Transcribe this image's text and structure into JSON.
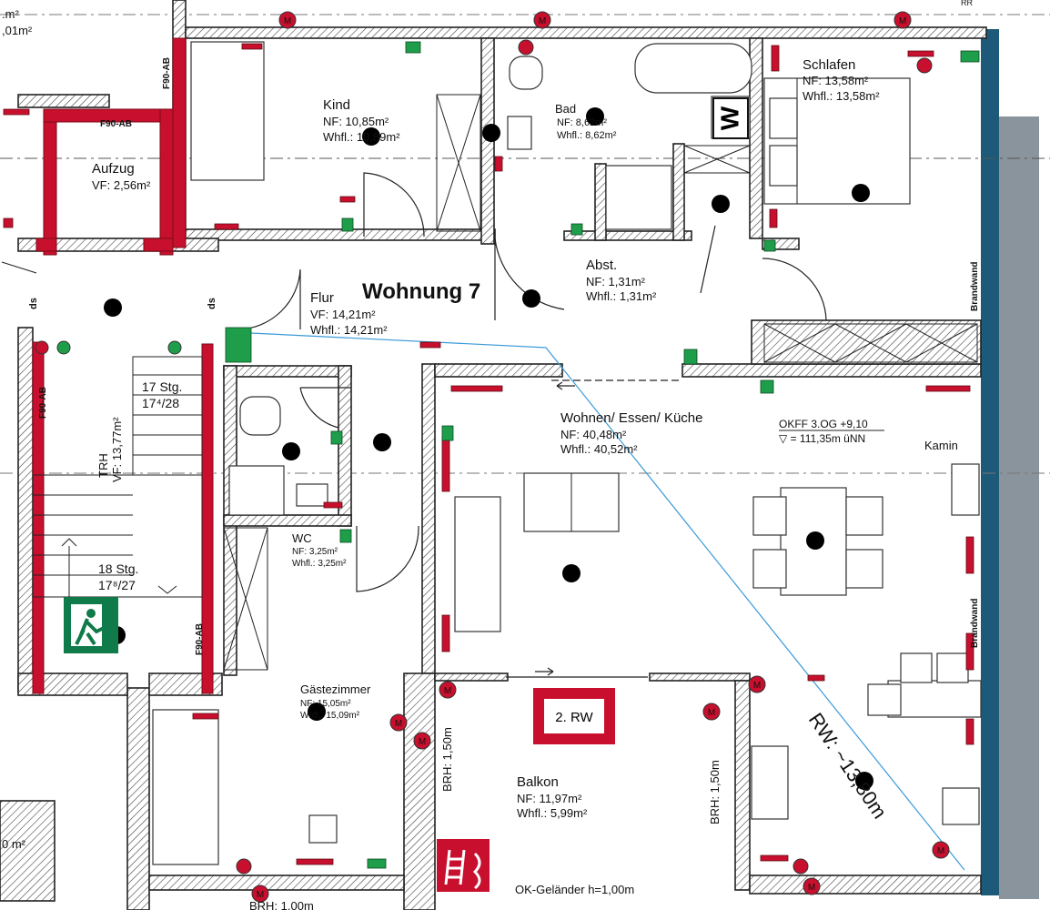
{
  "apartment": "Wohnung 7",
  "rooms": [
    {
      "id": "kind",
      "name": "Kind",
      "lines": [
        "NF: 10,85m²",
        "Whfl.: 10,89m²"
      ]
    },
    {
      "id": "bad",
      "name": "Bad",
      "lines": [
        "NF: 8,62m²",
        "Whfl.: 8,62m²"
      ]
    },
    {
      "id": "schlafen",
      "name": "Schlafen",
      "lines": [
        "NF: 13,58m²",
        "Whfl.: 13,58m²"
      ]
    },
    {
      "id": "aufzug",
      "name": "Aufzug",
      "lines": [
        "VF: 2,56m²"
      ]
    },
    {
      "id": "flur",
      "name": "Flur",
      "lines": [
        "VF: 14,21m²",
        "Whfl.: 14,21m²"
      ]
    },
    {
      "id": "abst",
      "name": "Abst.",
      "lines": [
        "NF: 1,31m²",
        "Whfl.: 1,31m²"
      ]
    },
    {
      "id": "wohnen",
      "name": "Wohnen/ Essen/ Küche",
      "lines": [
        "NF: 40,48m²",
        "Whfl.: 40,52m²"
      ]
    },
    {
      "id": "wc",
      "name": "WC",
      "lines": [
        "NF: 3,25m²",
        "Whfl.: 3,25m²"
      ]
    },
    {
      "id": "gaeste",
      "name": "Gästezimmer",
      "lines": [
        "NF: 15,05m²",
        "Whfl.: 15,09m²"
      ]
    },
    {
      "id": "balkon",
      "name": "Balkon",
      "lines": [
        "NF: 11,97m²",
        "Whfl.: 5,99m²"
      ]
    }
  ],
  "staircase": {
    "trh": "TRH",
    "trh_area": "VF: 13,77m²",
    "upper_flight": "17 Stg.",
    "upper_ratio": "17⁴/28",
    "lower_flight": "18 Stg.",
    "lower_ratio": "17⁸/27"
  },
  "fire_ratings": [
    "F90-AB",
    "F90-AB",
    "F90-AB",
    "F90-AB"
  ],
  "brandwand": "Brandwand",
  "escape_route_sign": "2. RW",
  "escape_distance": "RW: ~13,80m",
  "floor_level": "OKFF 3.OG +9,10",
  "floor_level_nn": "▽ = 111,35m üNN",
  "kamin": "Kamin",
  "brh_left": "BRH: 1,50m",
  "brh_right": "BRH: 1,50m",
  "brh_bottom": "BRH: 1,00m",
  "railing": "OK-Geländer h=1,00m",
  "edge_texts": {
    "top_left_1": ".m²",
    "top_left_2": ",01m²",
    "bottom_left": "0 m²",
    "top_right": "RR",
    "ds_left": "ds",
    "ds_right": "ds",
    "w_marker": "W"
  },
  "icons": [
    "emergency-exit-sign-icon",
    "fire-ladder-icon",
    "ceiling-light-icon",
    "smoke-detector-icon",
    "socket-icon",
    "switch-icon"
  ],
  "colors": {
    "fire_wall": "#c8102e",
    "brandwand": "#1d5a7a",
    "lamp": "#f4e83a",
    "switch": "#1e9e4a",
    "route_line": "#3a9ad9",
    "exit_sign": "#0f7a4a"
  }
}
